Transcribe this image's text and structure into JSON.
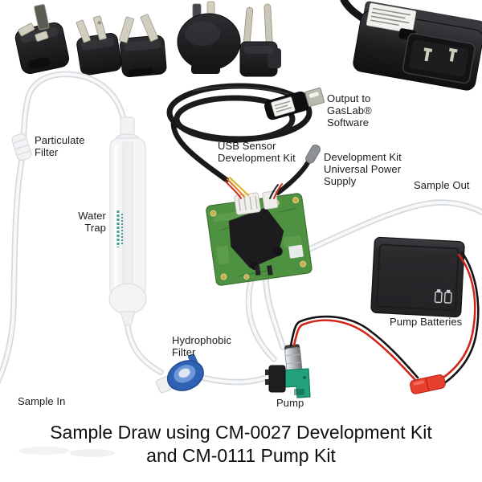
{
  "scene": {
    "background": "#ffffff",
    "title": "Sample Draw using CM-0027 Development Kit\nand CM-0111 Pump Kit",
    "labels": {
      "particulate_filter": "Particulate\nFilter",
      "water_trap": "Water\nTrap",
      "usb_sensor_kit": "USB Sensor\nDevelopment Kit",
      "gaslab_output": "Output to\nGasLab®\nSoftware",
      "universal_power_supply": "Development Kit\nUniversal Power\nSupply",
      "sample_out": "Sample Out",
      "sample_in": "Sample In",
      "hydrophobic_filter": "Hydrophobic\nFilter",
      "pump": "Pump",
      "pump_batteries": "Pump Batteries"
    },
    "components": {
      "plug_adapters": [
        "uk-plug",
        "us-plug",
        "au-plug",
        "eu-round-plug",
        "eu-two-pin-plug"
      ],
      "parts": [
        "universal-power-supply",
        "usb-cable",
        "sensor-pcb",
        "particulate-filter",
        "water-trap",
        "hydrophobic-filter",
        "pump",
        "battery-box",
        "tubing",
        "pump-wires"
      ]
    },
    "colors": {
      "plastic_black": "#1f1f21",
      "pcb_green": "#4e9140",
      "pump_teal": "#23a17d",
      "wire_red": "#d22619",
      "connector_red": "#e8402f",
      "filter_blue": "#2f62b5",
      "tube_edge": "#d7dadd",
      "tube_fill": "#f7f8fa",
      "trap_print_green": "#3aa385",
      "text": "#1b1b1b"
    }
  }
}
